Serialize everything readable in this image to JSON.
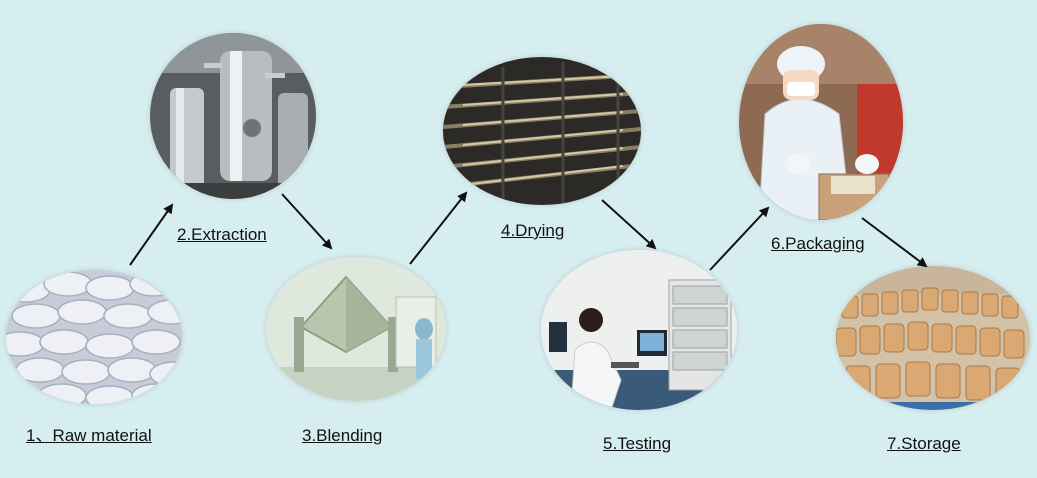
{
  "steps": [
    {
      "label": "1、Raw material",
      "image": "raw-material-bags"
    },
    {
      "label": "2.Extraction",
      "image": "extraction-tanks"
    },
    {
      "label": "3.Blending",
      "image": "blending-mixer"
    },
    {
      "label": "4.Drying",
      "image": "drying-racks"
    },
    {
      "label": "5.Testing",
      "image": "lab-testing"
    },
    {
      "label": "6.Packaging",
      "image": "packaging-worker"
    },
    {
      "label": "7.Storage",
      "image": "warehouse-drums"
    }
  ],
  "colors": {
    "background": "#d7eef0",
    "arrow": "#111111",
    "text": "#111111"
  }
}
